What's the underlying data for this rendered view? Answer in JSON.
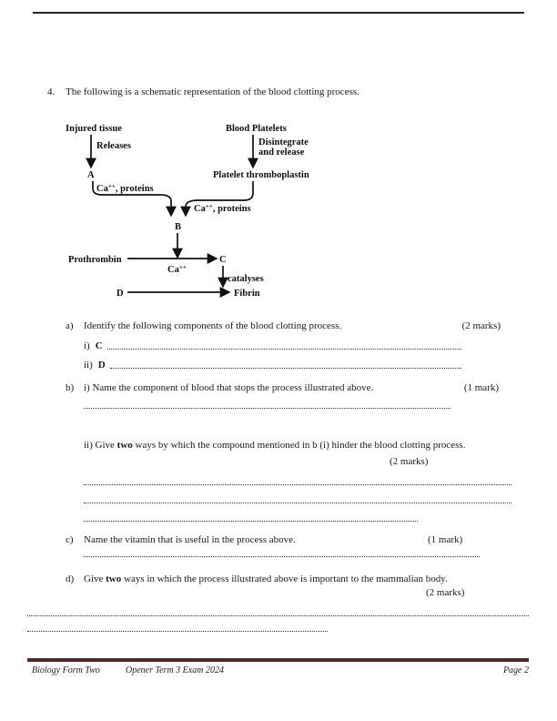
{
  "question": {
    "number": "4.",
    "text": "The following is a schematic representation of the blood clotting process."
  },
  "diagram": {
    "injured_tissue": "Injured tissue",
    "releases": "Releases",
    "a": "A",
    "blood_platelets": "Blood Platelets",
    "disintegrate1": "Disintegrate",
    "disintegrate2": "and release",
    "platelet_thromboplastin": "Platelet thromboplastin",
    "ca": "Ca",
    "plusplus": "++",
    "comma_proteins": ", proteins",
    "b": "B",
    "prothrombin": "Prothrombin",
    "c": "C",
    "catalyses": "catalyses",
    "d": "D",
    "fibrin": "Fibrin"
  },
  "parts": {
    "a": {
      "label": "a)",
      "text": "Identify the following components of the blood clotting process.",
      "marks": "(2 marks)",
      "i_num": "i)",
      "i_letter": "C",
      "ii_num": "ii)",
      "ii_letter": "D"
    },
    "b": {
      "label": "b)",
      "i_text": "i) Name the component of blood that stops the process illustrated above.",
      "i_marks": "(1 mark)",
      "ii_prefix": "ii) Give ",
      "ii_bold": "two",
      "ii_suffix": " ways by which the compound mentioned in b (i) hinder the blood clotting process.",
      "ii_marks": "(2 marks)"
    },
    "c": {
      "label": "c)",
      "text": "Name the vitamin that is useful in the process above.",
      "marks": "(1 mark)"
    },
    "d": {
      "label": "d)",
      "prefix": "Give ",
      "bold": "two",
      "suffix": " ways in which the process illustrated above is important to the mammalian body.",
      "marks": "(2 marks)"
    }
  },
  "footer": {
    "course": "Biology Form Two",
    "exam": "Opener Term 3 Exam 2024",
    "page": "Page 2"
  },
  "colors": {
    "footer_bar": "#5c2329",
    "text": "#1a1a1a"
  }
}
